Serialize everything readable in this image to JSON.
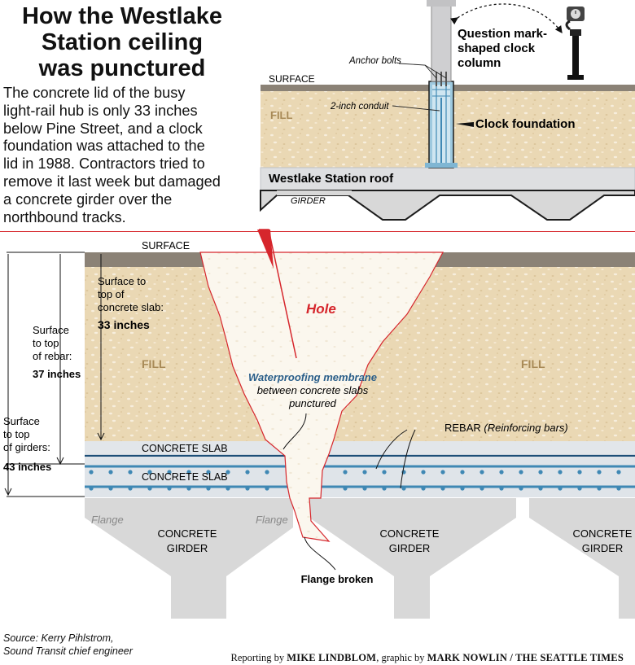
{
  "title_lines": [
    "How the Westlake",
    "Station ceiling",
    "was punctured"
  ],
  "intro_lines": [
    "The concrete lid of the busy",
    "light-rail hub is only 33 inches",
    "below Pine Street, and a clock",
    "foundation was attached to the",
    "lid in 1988. Contractors tried to",
    "remove it last week but damaged",
    "a concrete girder over the",
    "northbound tracks."
  ],
  "inset": {
    "surface": "SURFACE",
    "fill": "FILL",
    "anchor_bolts": "Anchor bolts",
    "conduit": "2-inch conduit",
    "clock_foundation": "Clock foundation",
    "column_lines": [
      "Question mark-",
      "shaped clock",
      "column"
    ],
    "roof": "Westlake Station roof",
    "girder": "GIRDER"
  },
  "main": {
    "surface": "SURFACE",
    "fill_left": "FILL",
    "fill_right": "FILL",
    "hole": "Hole",
    "dim_33_lines": [
      "Surface to",
      "top of",
      "concrete slab:"
    ],
    "dim_33_value": "33 inches",
    "dim_37_lines": [
      "Surface",
      "to top",
      "of rebar:"
    ],
    "dim_37_value": "37 inches",
    "dim_43_lines": [
      "Surface",
      "to top",
      "of girders:"
    ],
    "dim_43_value": "43 inches",
    "membrane_lines": [
      "Waterproofing membrane",
      "between concrete slabs",
      "punctured"
    ],
    "rebar_main": "REBAR ",
    "rebar_paren": "(Reinforcing bars)",
    "slab_top": "CONCRETE SLAB",
    "slab_bottom": "CONCRETE SLAB",
    "flange_left": "Flange",
    "flange_right": "Flange",
    "girders": [
      {
        "line1": "CONCRETE",
        "line2": "GIRDER"
      },
      {
        "line1": "CONCRETE",
        "line2": "GIRDER"
      },
      {
        "line1": "CONCRETE",
        "line2": "GIRDER"
      }
    ],
    "flange_broken": "Flange broken"
  },
  "source_lines": [
    "Source: Kerry Pihlstrom,",
    "Sound Transit chief engineer"
  ],
  "credit": {
    "prefix": "Reporting by ",
    "reporter": "MIKE LINDBLOM",
    "middle": ", graphic by ",
    "artist": "MARK NOWLIN / THE SEATTLE TIMES"
  },
  "colors": {
    "fill": "#ead8b4",
    "surface": "#8b8276",
    "concrete": "#d8d8d8",
    "slab": "#e2e6ea",
    "slab_line": "#1d4f78",
    "rebar": "#3f88b4",
    "hole": "#faf6ec",
    "accent_red": "#d6262c",
    "membrane_blue": "#2b5f8a",
    "fill_text": "#a88a57"
  }
}
